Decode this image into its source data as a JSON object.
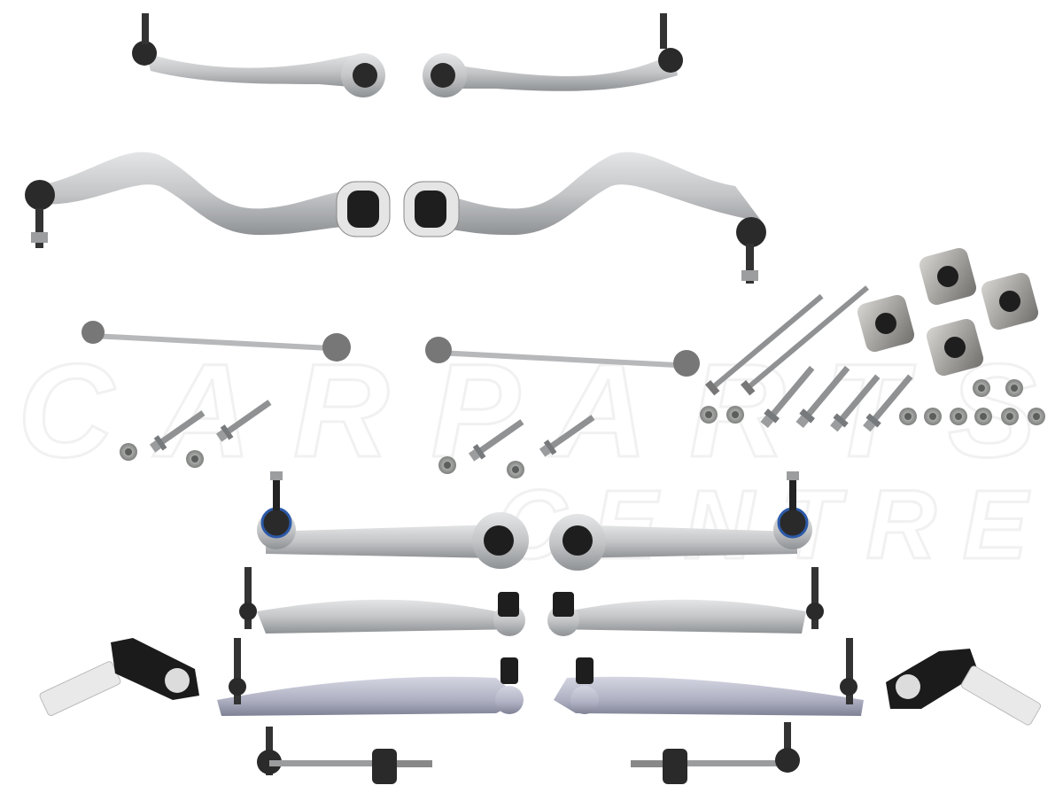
{
  "image": {
    "subject": "suspension-control-arm-kit",
    "watermark": {
      "line1": "CARPARTS",
      "line2": "CENTRE"
    },
    "colors": {
      "aluminium": "#c9cbcc",
      "aluminium_dark": "#9da0a3",
      "rubber": "#1e1e1e",
      "steel": "#8e9092",
      "nut": "#a2a4a3",
      "blue_ring": "#2c5aa8",
      "lavender_arm": "#b4b6c6"
    }
  }
}
